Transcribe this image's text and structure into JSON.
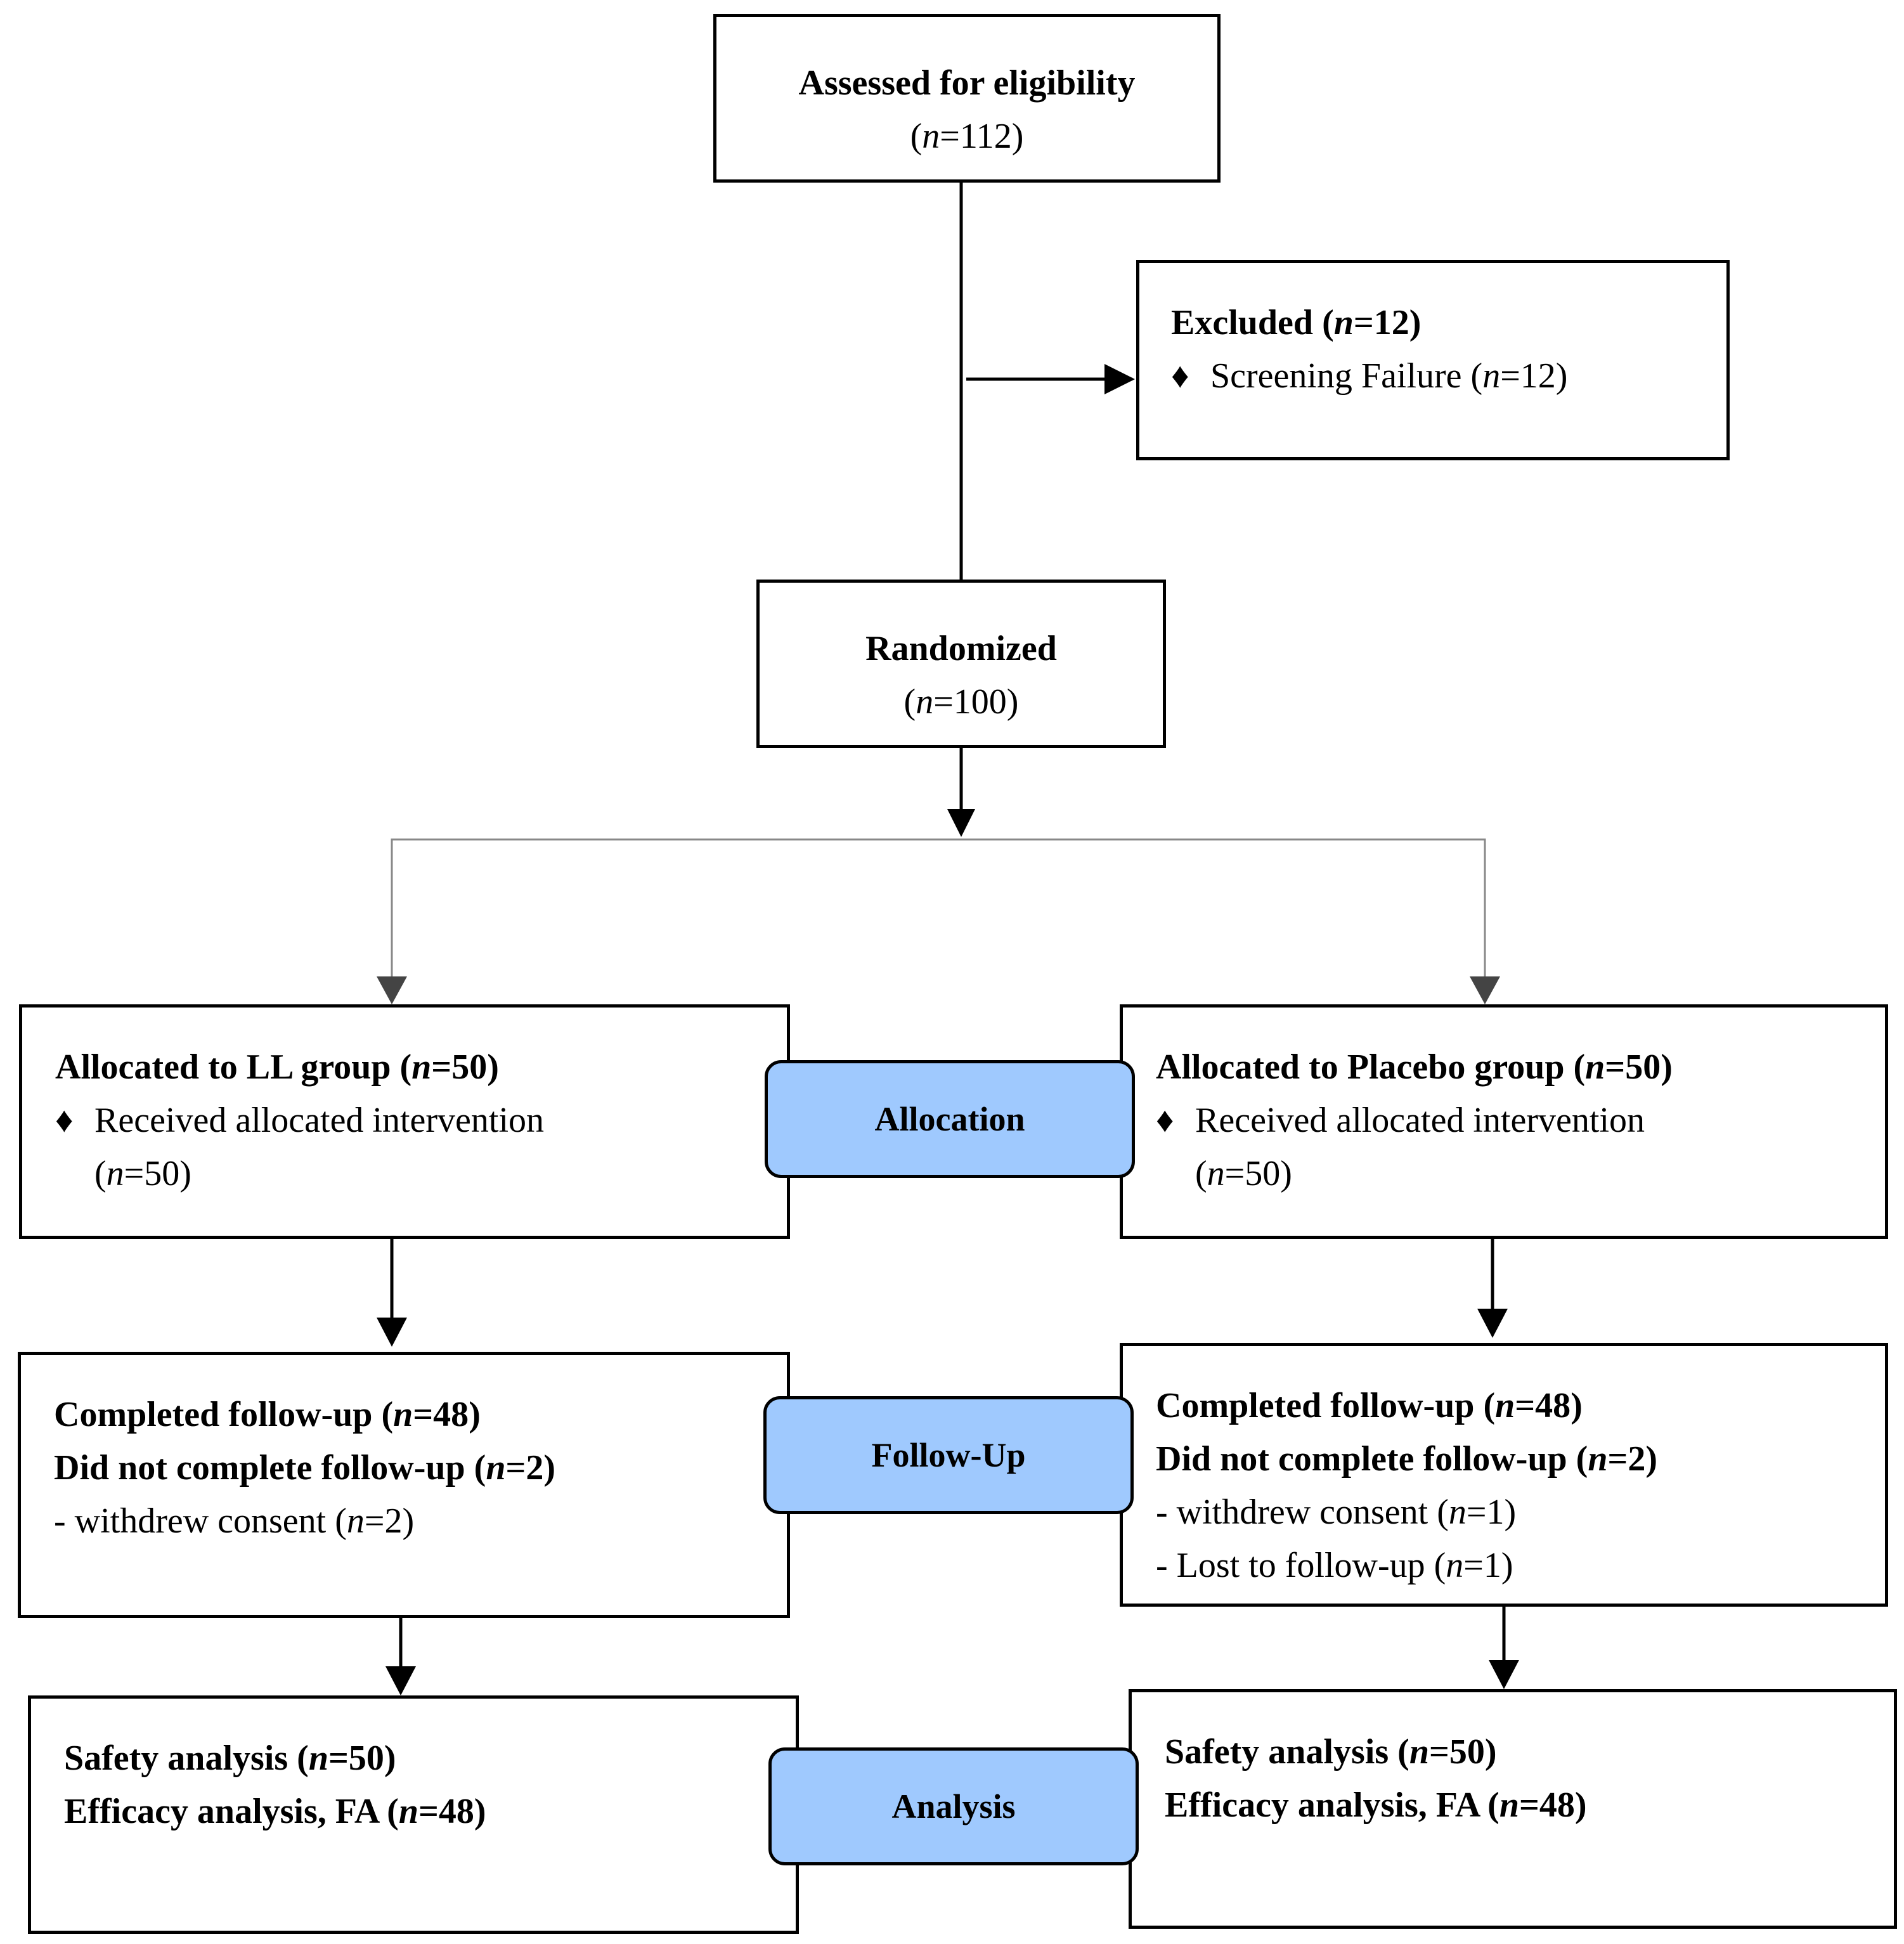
{
  "assessed": {
    "title": "Assessed for eligibility",
    "count": "n",
    "count_value": "=112"
  },
  "excluded": {
    "label": "Excluded",
    "n": "n",
    "n_value": "=12",
    "item_label": "Screening Failure",
    "item_n": "n",
    "item_value": "=12"
  },
  "randomized": {
    "title": "Randomized",
    "count": "n",
    "count_value": "=100"
  },
  "stages": {
    "allocation": "Allocation",
    "followup": "Follow-Up",
    "analysis": "Analysis"
  },
  "bullet": "♦",
  "ll": {
    "allocated_label": "Allocated to LL group",
    "allocated_n": "n",
    "allocated_value": "=50",
    "received_label": "Received allocated intervention",
    "received_n": "n",
    "received_value": "=50",
    "completed_label": "Completed follow-up",
    "completed_n": "n",
    "completed_value": "=48",
    "not_completed_label": "Did not complete follow-up",
    "not_completed_n": "n",
    "not_completed_value": "=2",
    "withdrew_label": "- withdrew consent",
    "withdrew_n": "n",
    "withdrew_value": "=2",
    "safety_label": "Safety analysis",
    "safety_n": "n",
    "safety_value": "=50",
    "efficacy_label": "Efficacy analysis, FA",
    "efficacy_n": "n",
    "efficacy_value": "=48"
  },
  "placebo": {
    "allocated_label": "Allocated to Placebo group",
    "allocated_n": "n",
    "allocated_value": "=50",
    "received_label": "Received allocated intervention",
    "received_n": "n",
    "received_value": "=50",
    "completed_label": "Completed follow-up",
    "completed_n": "n",
    "completed_value": "=48",
    "not_completed_label": "Did not complete follow-up",
    "not_completed_n": "n",
    "not_completed_value": "=2",
    "withdrew_label": "- withdrew consent",
    "withdrew_n": "n",
    "withdrew_value": "=1",
    "lost_label": "- Lost to follow-up",
    "lost_n": "n",
    "lost_value": "=1",
    "safety_label": "Safety analysis",
    "safety_n": "n",
    "safety_value": "=50",
    "efficacy_label": "Efficacy analysis, FA",
    "efficacy_n": "n",
    "efficacy_value": "=48"
  }
}
